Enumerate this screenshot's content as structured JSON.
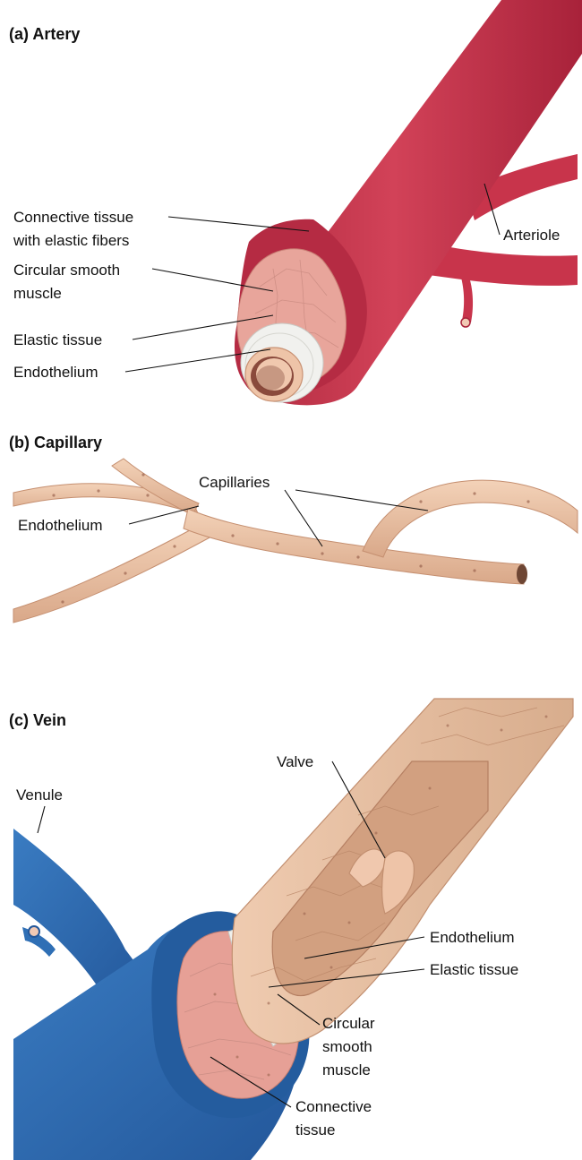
{
  "panels": {
    "artery": {
      "title": "(a) Artery",
      "labels": {
        "connective_1": "Connective tissue",
        "connective_2": "with elastic fibers",
        "smooth_1": "Circular smooth",
        "smooth_2": "muscle",
        "elastic": "Elastic tissue",
        "endothelium": "Endothelium",
        "arteriole": "Arteriole"
      }
    },
    "capillary": {
      "title": "(b) Capillary",
      "labels": {
        "capillaries": "Capillaries",
        "endothelium": "Endothelium"
      }
    },
    "vein": {
      "title": "(c) Vein",
      "labels": {
        "valve": "Valve",
        "venule": "Venule",
        "endothelium": "Endothelium",
        "elastic": "Elastic tissue",
        "smooth_1": "Circular",
        "smooth_2": "smooth",
        "smooth_3": "muscle",
        "connective_1": "Connective",
        "connective_2": "tissue"
      }
    }
  },
  "colors": {
    "artery_red": "#c8344b",
    "artery_dark": "#a8223a",
    "muscle_pink": "#e8a59b",
    "endothelium_tan": "#ebc3a6",
    "vein_blue": "#2f6fb5",
    "vein_dark": "#235a98",
    "elastic_white": "#f1f1ee"
  }
}
